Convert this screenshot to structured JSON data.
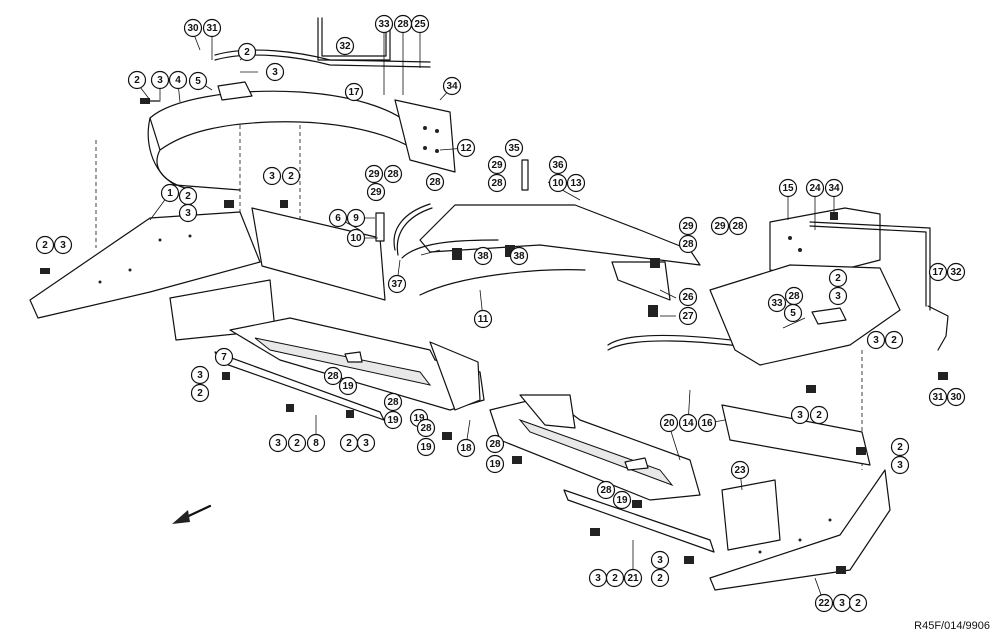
{
  "drawing": {
    "reference": "R45F/014/9906",
    "direction_arrow": "arrow-icon",
    "part_numbers": [
      "1",
      "2",
      "3",
      "4",
      "5",
      "6",
      "7",
      "8",
      "9",
      "10",
      "11",
      "12",
      "13",
      "14",
      "15",
      "16",
      "17",
      "18",
      "19",
      "20",
      "21",
      "22",
      "23",
      "24",
      "25",
      "26",
      "27",
      "28",
      "29",
      "30",
      "31",
      "32",
      "33",
      "34",
      "35",
      "36",
      "37",
      "38"
    ],
    "callouts": [
      {
        "n": "30"
      },
      {
        "n": "31"
      },
      {
        "n": "2"
      },
      {
        "n": "3"
      },
      {
        "n": "2"
      },
      {
        "n": "3"
      },
      {
        "n": "4"
      },
      {
        "n": "5"
      },
      {
        "n": "33"
      },
      {
        "n": "28"
      },
      {
        "n": "25"
      },
      {
        "n": "32"
      },
      {
        "n": "17"
      },
      {
        "n": "34"
      },
      {
        "n": "1"
      },
      {
        "n": "2"
      },
      {
        "n": "3"
      },
      {
        "n": "2"
      },
      {
        "n": "3"
      },
      {
        "n": "3"
      },
      {
        "n": "2"
      },
      {
        "n": "6"
      },
      {
        "n": "9"
      },
      {
        "n": "10"
      },
      {
        "n": "12"
      },
      {
        "n": "29"
      },
      {
        "n": "28"
      },
      {
        "n": "29"
      },
      {
        "n": "28"
      },
      {
        "n": "29"
      },
      {
        "n": "28"
      },
      {
        "n": "35"
      },
      {
        "n": "36"
      },
      {
        "n": "10"
      },
      {
        "n": "13"
      },
      {
        "n": "38"
      },
      {
        "n": "38"
      },
      {
        "n": "37"
      },
      {
        "n": "11"
      },
      {
        "n": "29"
      },
      {
        "n": "28"
      },
      {
        "n": "26"
      },
      {
        "n": "27"
      },
      {
        "n": "15"
      },
      {
        "n": "24"
      },
      {
        "n": "34"
      },
      {
        "n": "29"
      },
      {
        "n": "28"
      },
      {
        "n": "2"
      },
      {
        "n": "33"
      },
      {
        "n": "28"
      },
      {
        "n": "3"
      },
      {
        "n": "5"
      },
      {
        "n": "3"
      },
      {
        "n": "2"
      },
      {
        "n": "17"
      },
      {
        "n": "32"
      },
      {
        "n": "31"
      },
      {
        "n": "30"
      },
      {
        "n": "7"
      },
      {
        "n": "3"
      },
      {
        "n": "2"
      },
      {
        "n": "28"
      },
      {
        "n": "19"
      },
      {
        "n": "28"
      },
      {
        "n": "19"
      },
      {
        "n": "19"
      },
      {
        "n": "3"
      },
      {
        "n": "2"
      },
      {
        "n": "8"
      },
      {
        "n": "2"
      },
      {
        "n": "3"
      },
      {
        "n": "28"
      },
      {
        "n": "19"
      },
      {
        "n": "18"
      },
      {
        "n": "20"
      },
      {
        "n": "14"
      },
      {
        "n": "16"
      },
      {
        "n": "3"
      },
      {
        "n": "2"
      },
      {
        "n": "2"
      },
      {
        "n": "3"
      },
      {
        "n": "28"
      },
      {
        "n": "19"
      },
      {
        "n": "28"
      },
      {
        "n": "19"
      },
      {
        "n": "23"
      },
      {
        "n": "3"
      },
      {
        "n": "2"
      },
      {
        "n": "21"
      },
      {
        "n": "3"
      },
      {
        "n": "2"
      },
      {
        "n": "22"
      },
      {
        "n": "3"
      },
      {
        "n": "2"
      }
    ]
  }
}
